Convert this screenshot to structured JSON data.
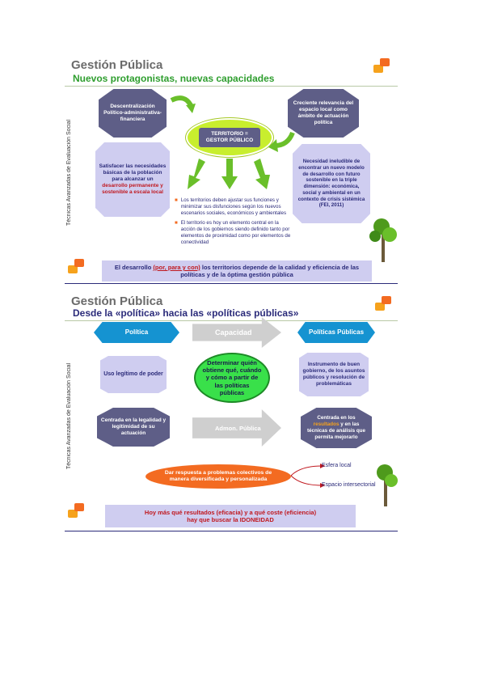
{
  "slide1": {
    "title": "Gestión Pública",
    "subtitle": "Nuevos protagonistas, nuevas capacidades",
    "side_label": "Técnicas Avanzadas de Evaluación Social",
    "center": "TERRITORIO = GESTOR PÚBLICO",
    "box_top_left": "Descentralización Político-administrativa-financiera",
    "box_top_right": "Creciente relevancia del espacio local como ámbito de actuación política",
    "box_left_1": "Satisfacer las necesidades básicas de la población para alcanzar un ",
    "box_left_2": "desarrollo permanente y sostenible a escala local",
    "box_right": "Necesidad ineludible de encontrar un nuevo modelo de desarrollo con futuro sostenible en la triple dimensión: económica, social y ambiental en un contexto de crisis sistémica (FEI, 2011)",
    "bullet_1": "Los territorios deben ajustar sus funciones y minimizar sus disfunciones según los nuevos escenarios sociales, económicos y ambientales",
    "bullet_2": "El territorio es hoy un elemento central en la acción de los gobiernos siendo definido tanto por elementos de proximidad como por elementos de conectividad",
    "bottom_1": "El desarrollo ",
    "bottom_2": "(por, para y con)",
    "bottom_3": " los territorios depende de la calidad y eficiencia de las políticas y de la óptima gestión pública"
  },
  "slide2": {
    "title": "Gestión Pública",
    "subtitle": "Desde la «política» hacia las «políticas públicas»",
    "side_label": "Técnicas Avanzadas de Evaluación Social",
    "politica": "Política",
    "capacidad": "Capacidad",
    "politicas_publicas": "Políticas Públicas",
    "uso": "Uso legítimo de poder",
    "center": "Determinar quién obtiene qué, cuándo y cómo a partir de las políticas públicas",
    "instrumento": "Instrumento de buen gobierno, de los asuntos públicos y resolución de problemáticas",
    "centrada": "Centrada en la legalidad y legitimidad de su actuación",
    "admon": "Admon. Pública",
    "centrada2_1": "Centrada en los ",
    "centrada2_2": "resultados",
    "centrada2_3": " y en las técnicas de análisis que permita mejorarlo",
    "oval": "Dar respuesta a problemas colectivos de manera diversificada y personalizada",
    "esfera": "Esfera local",
    "espacio": "Espacio intersectorial",
    "bottom_1": "Hoy más qué resultados (eficacia) y a qué coste (eficiencia)",
    "bottom_2": "hay que buscar la IDONEIDAD"
  },
  "colors": {
    "title_gray": "#6b6b6b",
    "green": "#2e9e2e",
    "navy": "#2b2b7a",
    "octagon": "#5e5e87",
    "lavender": "#cfcdf0",
    "blue": "#1593d1",
    "lime": "#c8ee2e",
    "orange": "#f36b21"
  }
}
